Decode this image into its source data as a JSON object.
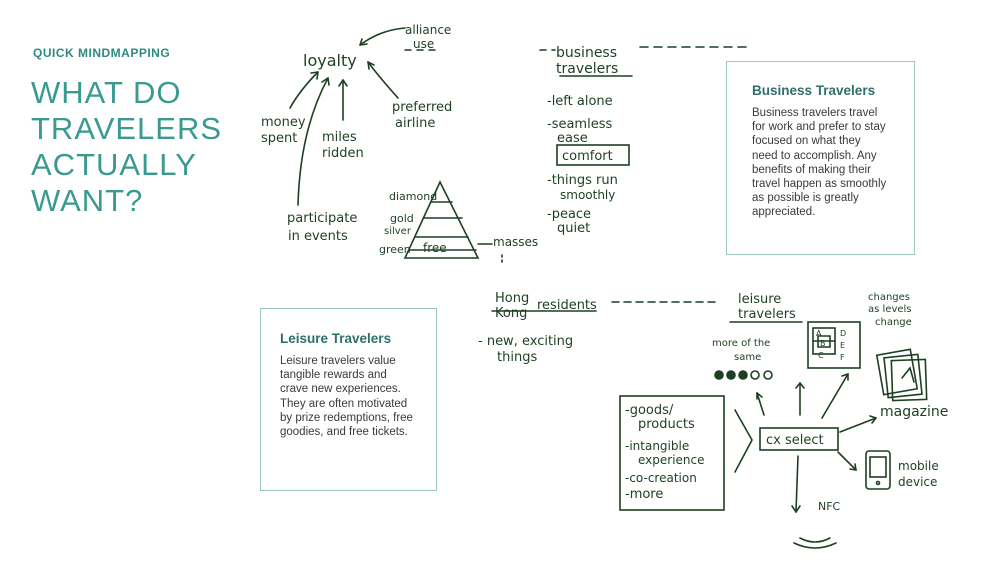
{
  "eyebrow": "QUICK MINDMAPPING",
  "headline": "WHAT DO\nTRAVELERS\nACTUALLY\nWANT?",
  "business_card": {
    "title": "Business Travelers",
    "body": "Business travelers travel for work and prefer to stay focused on what they need to accomplish. Any benefits of making their travel happen as smoothly as possible is greatly appreciated."
  },
  "leisure_card": {
    "title": "Leisure Travelers",
    "body": "Leisure travelers value tangible rewards and crave new experiences. They are often motivated by prize redemptions, free goodies, and free tickets."
  },
  "sketch": {
    "colors": {
      "ink": "#1d3f22",
      "accent": "#3f7d3c"
    },
    "loyalty": "loyalty",
    "alliance_use": [
      "alliance",
      "use"
    ],
    "money_spent": [
      "money",
      "spent"
    ],
    "miles_ridden": [
      "miles",
      "ridden"
    ],
    "preferred_airline": [
      "preferred",
      "airline"
    ],
    "participate_in_events": [
      "participate",
      "in events"
    ],
    "tiers": [
      "diamond",
      "gold",
      "silver",
      "green",
      "free"
    ],
    "masses": "masses",
    "business_travelers": [
      "business",
      "travelers"
    ],
    "business_needs": [
      "-left alone",
      "-seamless",
      "ease",
      "comfort",
      "-things run",
      "smoothly",
      "-peace",
      "quiet"
    ],
    "hong_kong": [
      "Hong",
      "Kong"
    ],
    "residents": "residents",
    "hk_needs": [
      "- new, exciting",
      "things"
    ],
    "leisure_travelers": [
      "leisure",
      "travelers"
    ],
    "more_of_same": [
      "more of the",
      "same"
    ],
    "changes_as_levels_change": [
      "changes",
      "as levels",
      "change"
    ],
    "grid_letters": [
      "A",
      "B",
      "C",
      "D",
      "E",
      "F"
    ],
    "offerings": [
      "-goods/",
      "products",
      "-intangible",
      "experience",
      "-co-creation",
      "-more"
    ],
    "cx_select": "cx select",
    "magazine": "magazine",
    "mobile_device": [
      "mobile",
      "device"
    ],
    "nfc": "NFC"
  }
}
